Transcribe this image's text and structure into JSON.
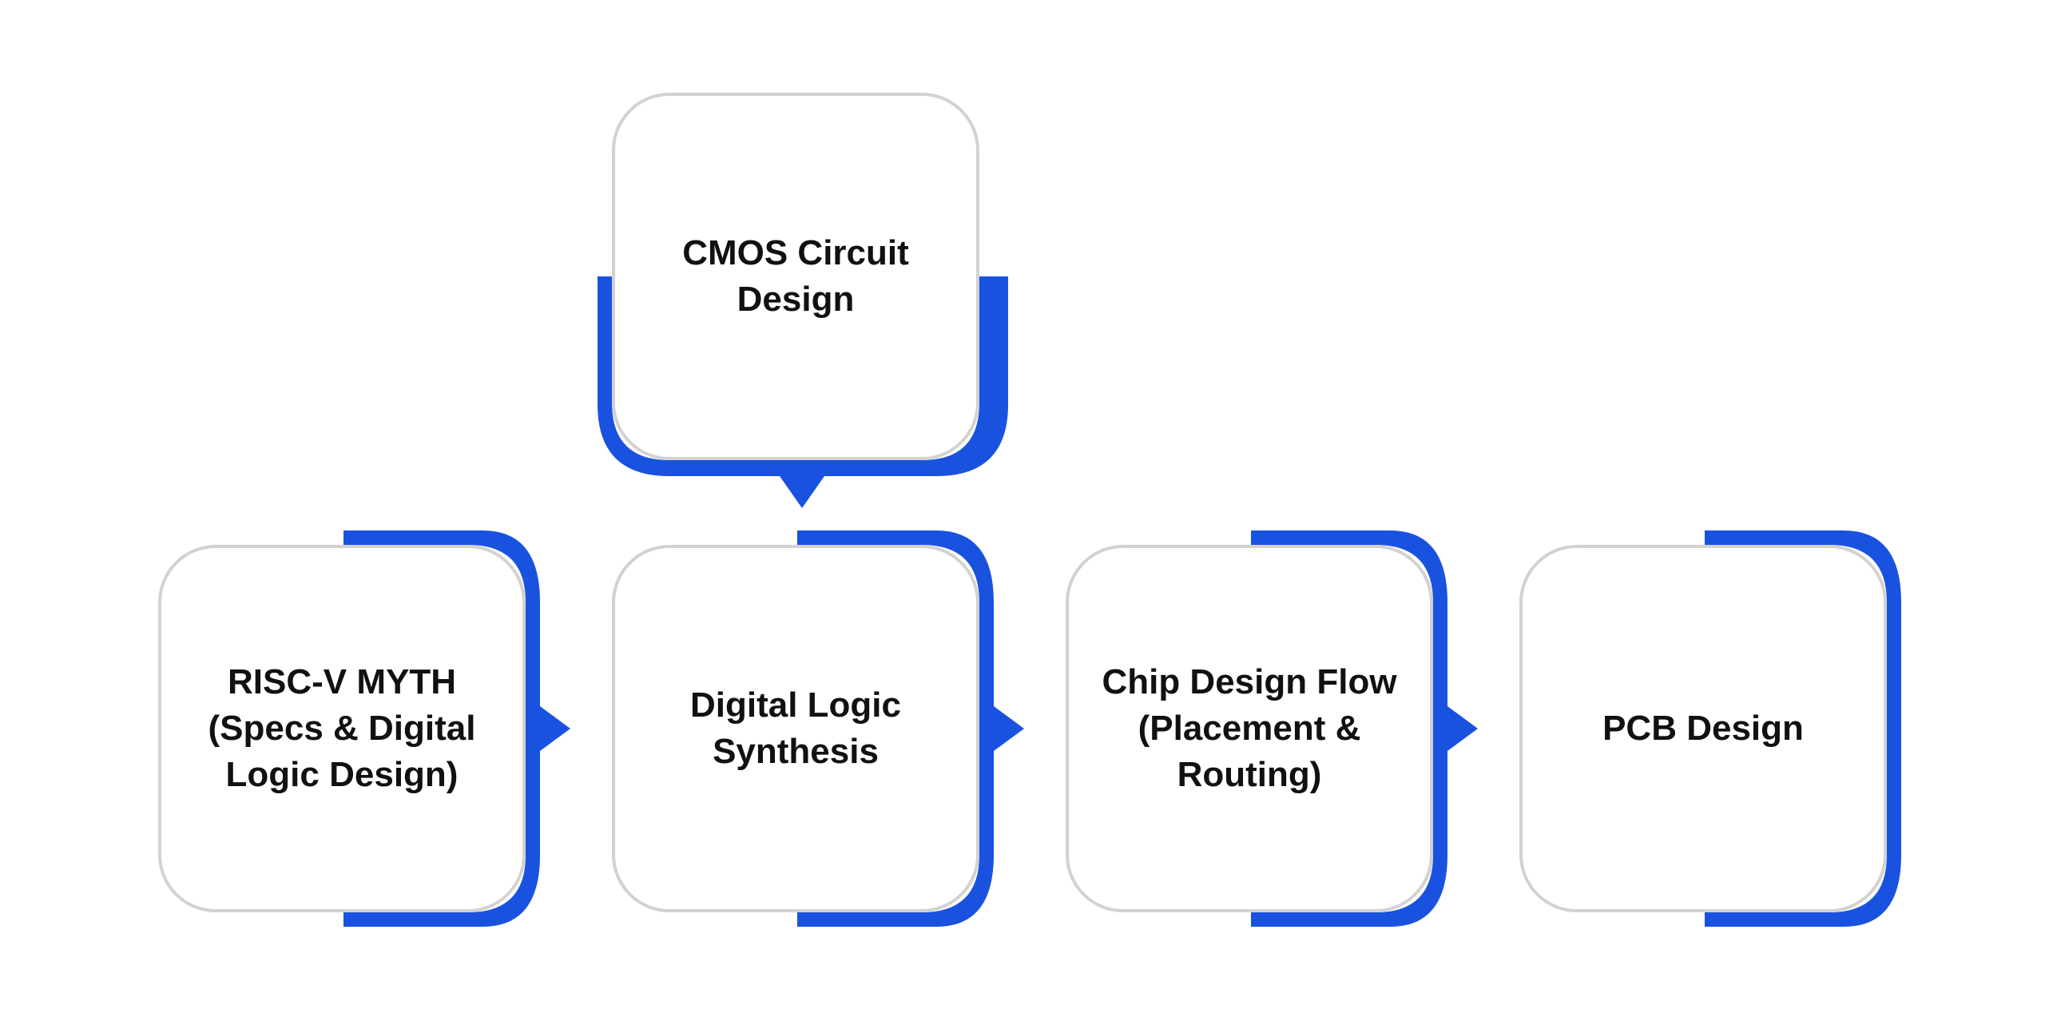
{
  "colors": {
    "accent": "#1a52e0",
    "card_border": "#d2d2d2",
    "card_fill": "#ffffff",
    "text": "#111111"
  },
  "nodes": [
    {
      "id": "cmos",
      "label": "CMOS Circuit\nDesign"
    },
    {
      "id": "riscv",
      "label": "RISC-V MYTH\n(Specs & Digital\nLogic Design)"
    },
    {
      "id": "synthesis",
      "label": "Digital Logic\nSynthesis"
    },
    {
      "id": "chipflow",
      "label": "Chip Design Flow\n(Placement &\nRouting)"
    },
    {
      "id": "pcb",
      "label": "PCB Design"
    }
  ]
}
